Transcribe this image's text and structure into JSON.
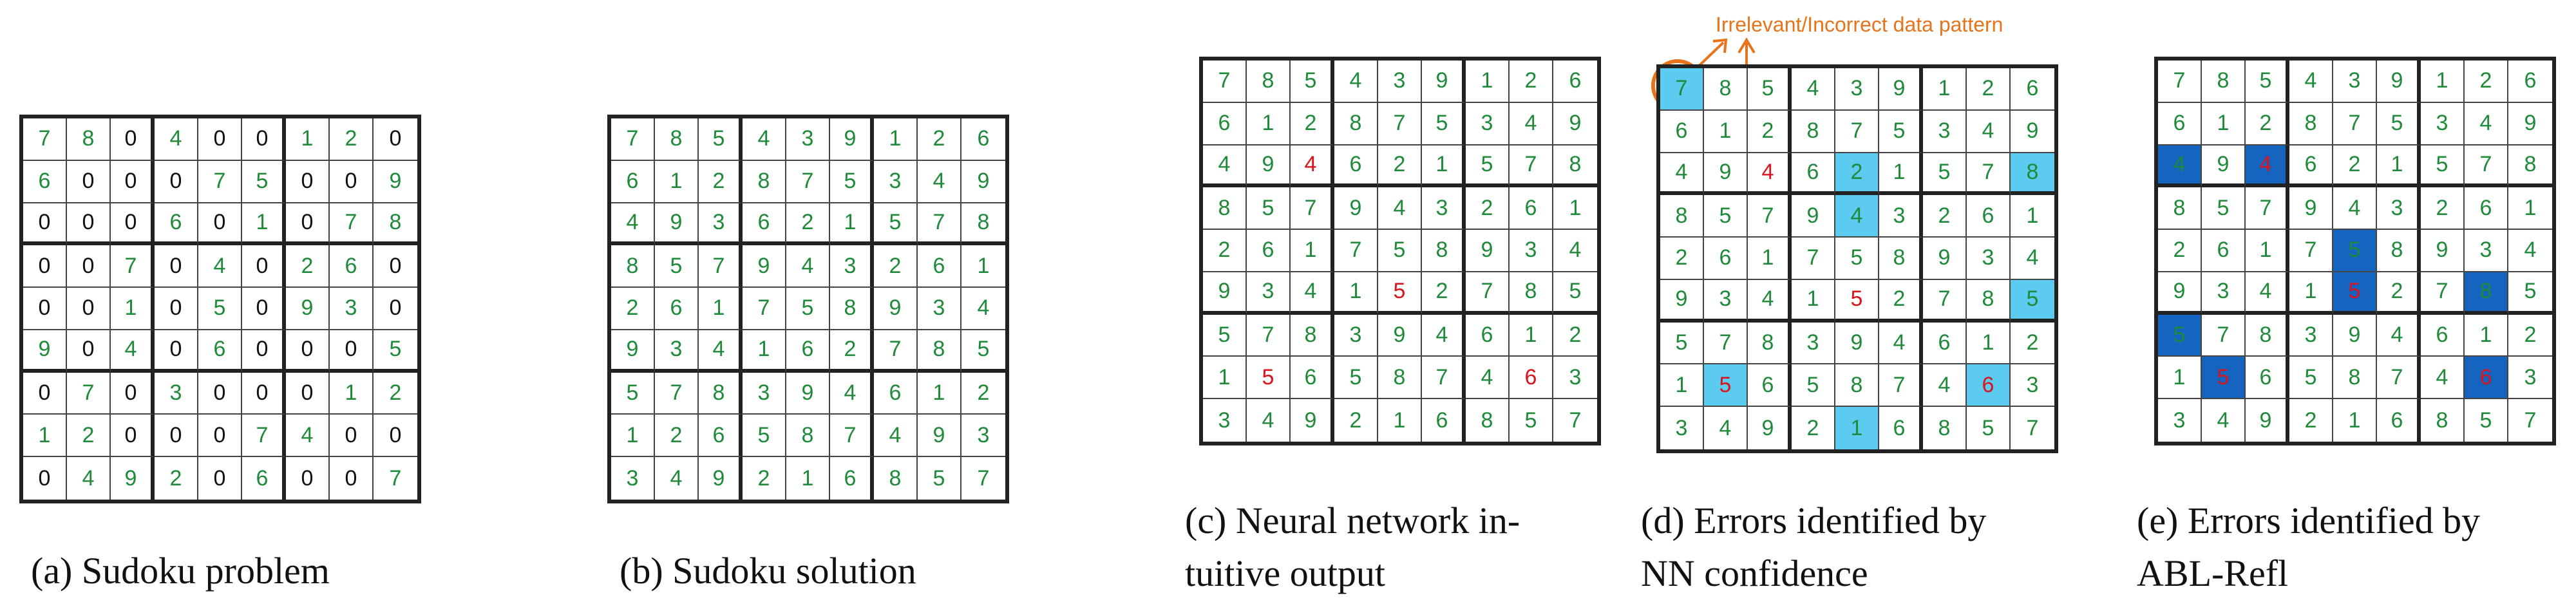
{
  "colors": {
    "given": "#1f8a3a",
    "blank": "#111111",
    "error": "#d9141c",
    "light_highlight": "#5ccbf0",
    "dark_highlight": "#1565c0",
    "annotation": "#e8731a"
  },
  "panels": [
    {
      "id": "a",
      "caption_lines": [
        "(a) Sudoku problem"
      ],
      "grid": [
        [
          7,
          8,
          0,
          4,
          0,
          0,
          1,
          2,
          0
        ],
        [
          6,
          0,
          0,
          0,
          7,
          5,
          0,
          0,
          9
        ],
        [
          0,
          0,
          0,
          6,
          0,
          1,
          0,
          7,
          8
        ],
        [
          0,
          0,
          7,
          0,
          4,
          0,
          2,
          6,
          0
        ],
        [
          0,
          0,
          1,
          0,
          5,
          0,
          9,
          3,
          0
        ],
        [
          9,
          0,
          4,
          0,
          6,
          0,
          0,
          0,
          5
        ],
        [
          0,
          7,
          0,
          3,
          0,
          0,
          0,
          1,
          2
        ],
        [
          1,
          2,
          0,
          0,
          0,
          7,
          4,
          0,
          0
        ],
        [
          0,
          4,
          9,
          2,
          0,
          6,
          0,
          0,
          7
        ]
      ],
      "zero_is_blank": true,
      "red": [],
      "light": [],
      "dark": []
    },
    {
      "id": "b",
      "caption_lines": [
        "(b) Sudoku solution"
      ],
      "grid": [
        [
          7,
          8,
          5,
          4,
          3,
          9,
          1,
          2,
          6
        ],
        [
          6,
          1,
          2,
          8,
          7,
          5,
          3,
          4,
          9
        ],
        [
          4,
          9,
          3,
          6,
          2,
          1,
          5,
          7,
          8
        ],
        [
          8,
          5,
          7,
          9,
          4,
          3,
          2,
          6,
          1
        ],
        [
          2,
          6,
          1,
          7,
          5,
          8,
          9,
          3,
          4
        ],
        [
          9,
          3,
          4,
          1,
          6,
          2,
          7,
          8,
          5
        ],
        [
          5,
          7,
          8,
          3,
          9,
          4,
          6,
          1,
          2
        ],
        [
          1,
          2,
          6,
          5,
          8,
          7,
          4,
          9,
          3
        ],
        [
          3,
          4,
          9,
          2,
          1,
          6,
          8,
          5,
          7
        ]
      ],
      "zero_is_blank": false,
      "red": [],
      "light": [],
      "dark": []
    },
    {
      "id": "c",
      "caption_lines": [
        "(c) Neural network in-",
        "tuitive output"
      ],
      "grid": [
        [
          7,
          8,
          5,
          4,
          3,
          9,
          1,
          2,
          6
        ],
        [
          6,
          1,
          2,
          8,
          7,
          5,
          3,
          4,
          9
        ],
        [
          4,
          9,
          4,
          6,
          2,
          1,
          5,
          7,
          8
        ],
        [
          8,
          5,
          7,
          9,
          4,
          3,
          2,
          6,
          1
        ],
        [
          2,
          6,
          1,
          7,
          5,
          8,
          9,
          3,
          4
        ],
        [
          9,
          3,
          4,
          1,
          5,
          2,
          7,
          8,
          5
        ],
        [
          5,
          7,
          8,
          3,
          9,
          4,
          6,
          1,
          2
        ],
        [
          1,
          5,
          6,
          5,
          8,
          7,
          4,
          6,
          3
        ],
        [
          3,
          4,
          9,
          2,
          1,
          6,
          8,
          5,
          7
        ]
      ],
      "zero_is_blank": false,
      "red": [
        [
          2,
          2
        ],
        [
          5,
          4
        ],
        [
          7,
          1
        ],
        [
          7,
          7
        ]
      ],
      "light": [],
      "dark": []
    },
    {
      "id": "d",
      "caption_lines": [
        "(d) Errors identified by",
        "NN confidence"
      ],
      "grid": [
        [
          7,
          8,
          5,
          4,
          3,
          9,
          1,
          2,
          6
        ],
        [
          6,
          1,
          2,
          8,
          7,
          5,
          3,
          4,
          9
        ],
        [
          4,
          9,
          4,
          6,
          2,
          1,
          5,
          7,
          8
        ],
        [
          8,
          5,
          7,
          9,
          4,
          3,
          2,
          6,
          1
        ],
        [
          2,
          6,
          1,
          7,
          5,
          8,
          9,
          3,
          4
        ],
        [
          9,
          3,
          4,
          1,
          5,
          2,
          7,
          8,
          5
        ],
        [
          5,
          7,
          8,
          3,
          9,
          4,
          6,
          1,
          2
        ],
        [
          1,
          5,
          6,
          5,
          8,
          7,
          4,
          6,
          3
        ],
        [
          3,
          4,
          9,
          2,
          1,
          6,
          8,
          5,
          7
        ]
      ],
      "zero_is_blank": false,
      "red": [
        [
          2,
          2
        ],
        [
          5,
          4
        ],
        [
          7,
          1
        ],
        [
          7,
          7
        ]
      ],
      "light": [
        [
          0,
          0
        ],
        [
          2,
          4
        ],
        [
          2,
          8
        ],
        [
          3,
          4
        ],
        [
          5,
          8
        ],
        [
          7,
          1
        ],
        [
          7,
          7
        ],
        [
          8,
          4
        ]
      ],
      "dark": [],
      "annotation": "Irrelevant/Incorrect data pattern"
    },
    {
      "id": "e",
      "caption_lines": [
        "(e) Errors identified by",
        "ABL-Refl"
      ],
      "grid": [
        [
          7,
          8,
          5,
          4,
          3,
          9,
          1,
          2,
          6
        ],
        [
          6,
          1,
          2,
          8,
          7,
          5,
          3,
          4,
          9
        ],
        [
          4,
          9,
          4,
          6,
          2,
          1,
          5,
          7,
          8
        ],
        [
          8,
          5,
          7,
          9,
          4,
          3,
          2,
          6,
          1
        ],
        [
          2,
          6,
          1,
          7,
          5,
          8,
          9,
          3,
          4
        ],
        [
          9,
          3,
          4,
          1,
          5,
          2,
          7,
          8,
          5
        ],
        [
          5,
          7,
          8,
          3,
          9,
          4,
          6,
          1,
          2
        ],
        [
          1,
          5,
          6,
          5,
          8,
          7,
          4,
          6,
          3
        ],
        [
          3,
          4,
          9,
          2,
          1,
          6,
          8,
          5,
          7
        ]
      ],
      "zero_is_blank": false,
      "red": [
        [
          2,
          2
        ],
        [
          5,
          4
        ],
        [
          7,
          1
        ],
        [
          7,
          7
        ]
      ],
      "light": [],
      "dark": [
        [
          2,
          0
        ],
        [
          2,
          2
        ],
        [
          4,
          4
        ],
        [
          5,
          4
        ],
        [
          5,
          7
        ],
        [
          6,
          0
        ],
        [
          7,
          1
        ],
        [
          7,
          7
        ]
      ]
    }
  ]
}
